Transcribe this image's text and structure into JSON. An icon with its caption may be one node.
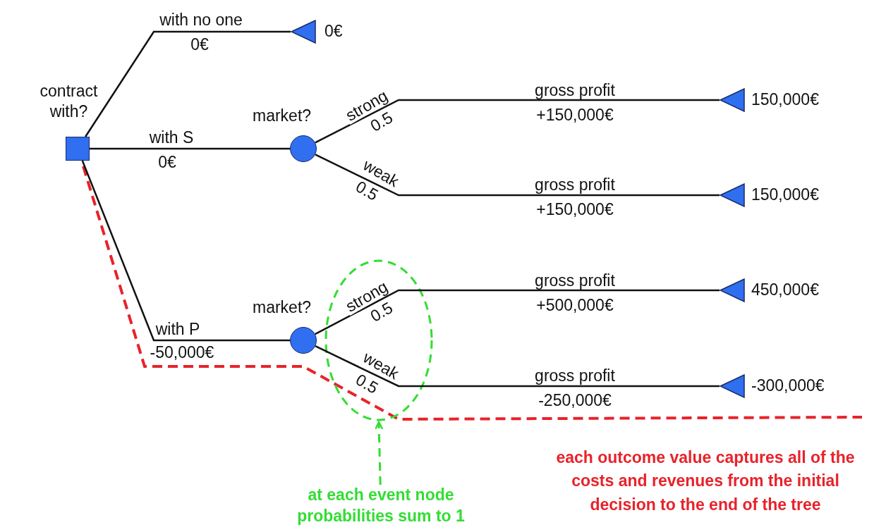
{
  "diagram": {
    "nodes": [
      {
        "text": [
          "contract with?"
        ]
      },
      {
        "text": [],
        "shape": "triangle",
        "beside": [
          "0€"
        ]
      },
      {
        "text": [
          "market?"
        ]
      },
      {
        "text": [],
        "shape": "triangle",
        "beside": [
          "150,000€"
        ]
      },
      {
        "text": [],
        "shape": "triangle",
        "beside": [
          "150,000€"
        ]
      },
      {
        "text": [
          "market?"
        ]
      },
      {
        "text": [],
        "shape": "triangle",
        "beside": [
          "450,000€"
        ]
      },
      {
        "text": [],
        "shape": "triangle",
        "beside": [
          "-300,000€"
        ]
      },
      {
        "text": [
          "at each event node probabilities sum to 1"
        ]
      }
    ],
    "edges": [
      {
        "from": 0,
        "to": 1,
        "arrow": "none",
        "label": "with no one"
      },
      {
        "from": 0,
        "to": 2,
        "arrow": "none",
        "label": "with S"
      },
      {
        "from": 0,
        "to": 5,
        "arrow": "none",
        "label": "with P"
      },
      {
        "from": 2,
        "to": 3,
        "arrow": "none",
        "label": "strong"
      },
      {
        "from": 2,
        "to": 4,
        "arrow": "none",
        "label": "weak"
      },
      {
        "from": 5,
        "to": 6,
        "arrow": "none",
        "label": "strong"
      },
      {
        "from": 5,
        "to": 7,
        "arrow": "none",
        "label": "weak"
      },
      {
        "from": 8,
        "to": null,
        "arrow": "to",
        "style": "dashed",
        "color": "#33dd33"
      }
    ],
    "labels": [
      "0€",
      "gross profit +150,000€",
      "0.5",
      "0€",
      "0.5",
      "gross profit +150,000€",
      "gross profit +500,000€",
      "0.5",
      "-50,000€",
      "0.5",
      "gross profit -250,000€",
      "each outcome value captures all of the costs and revenues from the initial decision to the end of the tree"
    ]
  }
}
